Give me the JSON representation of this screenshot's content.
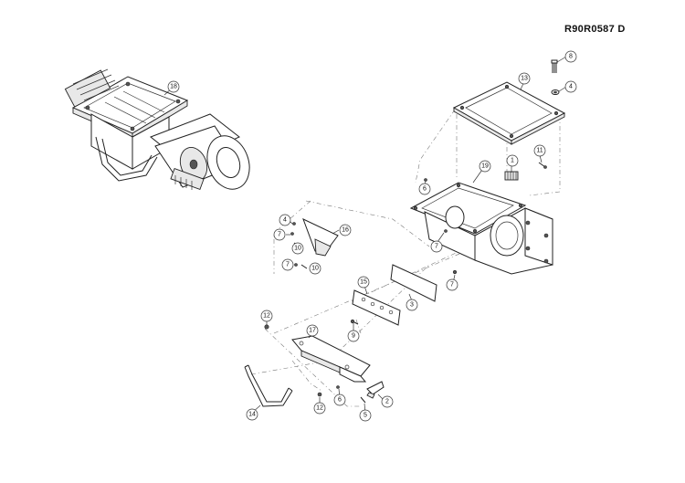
{
  "drawing_id": "R90R0587  D",
  "callouts": [
    "18",
    "13",
    "8",
    "4",
    "19",
    "1",
    "11",
    "6",
    "16",
    "4",
    "7",
    "10",
    "7",
    "10",
    "7",
    "7",
    "15",
    "3",
    "9",
    "12",
    "17",
    "14",
    "12",
    "6",
    "5",
    "2"
  ]
}
